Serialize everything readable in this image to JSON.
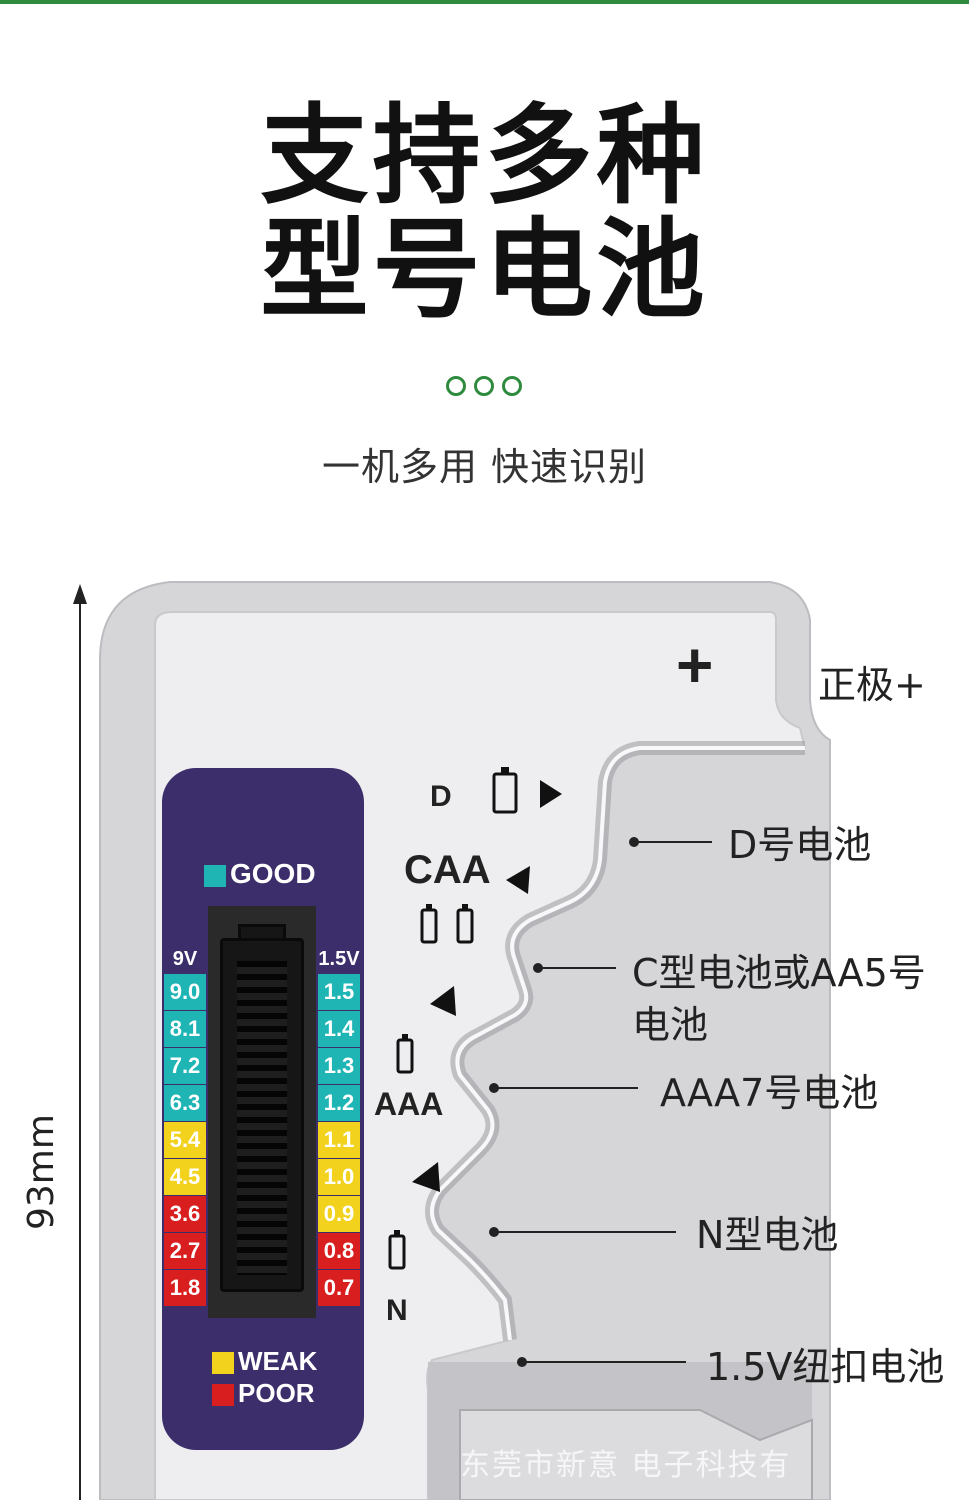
{
  "title": {
    "line1": "支持多种",
    "line2": "型号电池"
  },
  "subtitle": "一机多用 快速识别",
  "accent_color": "#2e8b3e",
  "dimension_label": "93mm",
  "positive_label": "正极+",
  "plus_symbol": "+",
  "slot_labels": {
    "d": "D",
    "caa": "CAA",
    "aaa": "AAA",
    "n": "N"
  },
  "callouts": {
    "d": "D号电池",
    "c_line1": "C型电池或AA5号",
    "c_line2": "电池",
    "aaa": "AAA7号电池",
    "n": "N型电池",
    "button": "1.5V纽扣电池"
  },
  "meter": {
    "good_label": "GOOD",
    "weak_label": "WEAK",
    "poor_label": "POOR",
    "left_header": "9V",
    "right_header": "1.5V",
    "left_values": [
      "9.0",
      "8.1",
      "7.2",
      "6.3",
      "5.4",
      "4.5",
      "3.6",
      "2.7",
      "1.8"
    ],
    "right_values": [
      "1.5",
      "1.4",
      "1.3",
      "1.2",
      "1.1",
      "1.0",
      "0.9",
      "0.8",
      "0.7"
    ],
    "left_colors": [
      "#1fb5b5",
      "#1fb5b5",
      "#1fb5b5",
      "#1fb5b5",
      "#f2d21c",
      "#f2d21c",
      "#d81e1e",
      "#d81e1e",
      "#d81e1e"
    ],
    "right_colors": [
      "#1fb5b5",
      "#1fb5b5",
      "#1fb5b5",
      "#1fb5b5",
      "#f2d21c",
      "#f2d21c",
      "#f2d21c",
      "#d81e1e",
      "#d81e1e"
    ],
    "good_color": "#1fb5b5",
    "weak_color": "#f2d21c",
    "poor_color": "#d81e1e"
  },
  "watermark": "东莞市新意 电子科技有"
}
